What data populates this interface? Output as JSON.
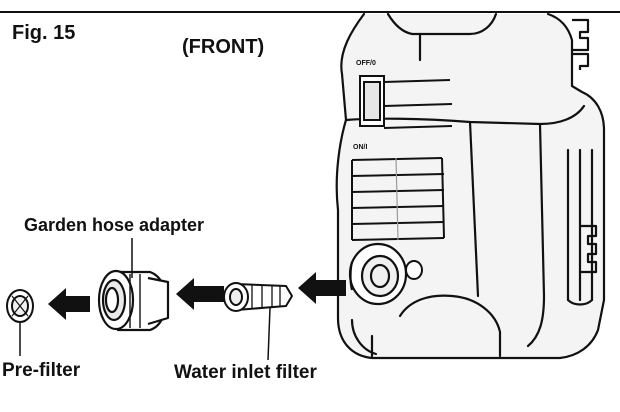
{
  "figure": {
    "number": "Fig. 15",
    "view": "(FRONT)"
  },
  "labels": {
    "garden_hose_adapter": "Garden hose adapter",
    "pre_filter": "Pre-filter",
    "water_inlet_filter": "Water inlet filter"
  },
  "switch_marks": {
    "off": "OFF/0",
    "on": "ON/I"
  },
  "assembly_order": [
    "Pre-filter",
    "Garden hose adapter",
    "Water inlet filter"
  ],
  "colors": {
    "ink": "#111111",
    "background": "#ffffff",
    "body_shade": "#f4f4f4",
    "hidden_line": "#9a9a9a"
  }
}
